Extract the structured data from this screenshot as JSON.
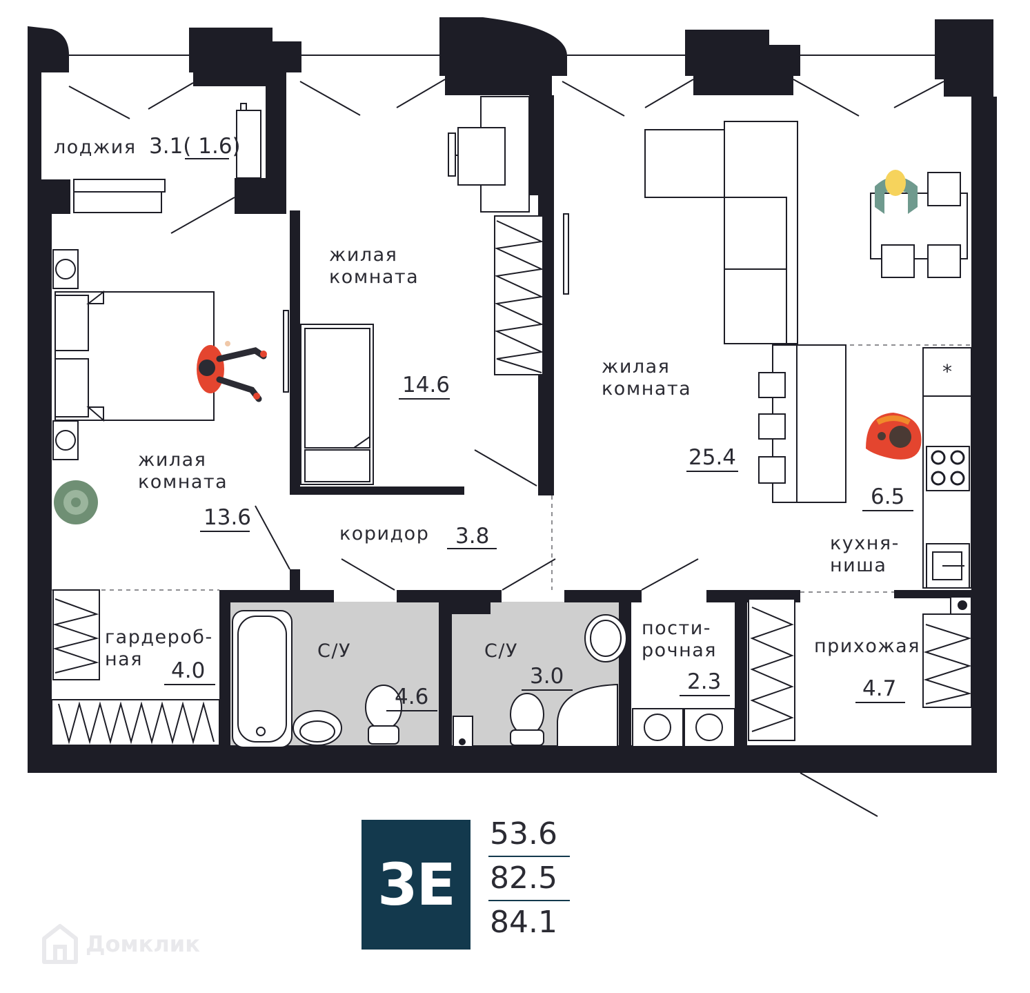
{
  "plan": {
    "rooms": [
      {
        "id": "loggia",
        "name": "лоджия",
        "area": "3.1( 1.6)"
      },
      {
        "id": "bedroom-left",
        "name_line1": "жилая",
        "name_line2": "комната",
        "area": "13.6"
      },
      {
        "id": "bedroom-middle",
        "name_line1": "жилая",
        "name_line2": "комната",
        "area": "14.6"
      },
      {
        "id": "living-room",
        "name_line1": "жилая",
        "name_line2": "комната",
        "area": "25.4"
      },
      {
        "id": "kitchen-niche",
        "name_line1": "кухня-",
        "name_line2": "ниша",
        "area": "6.5"
      },
      {
        "id": "corridor",
        "name": "коридор",
        "area": "3.8"
      },
      {
        "id": "wardrobe",
        "name_line1": "гардероб-",
        "name_line2": "ная",
        "area": "4.0"
      },
      {
        "id": "bathroom-1",
        "name": "С/У",
        "area": "4.6"
      },
      {
        "id": "bathroom-2",
        "name": "С/У",
        "area": "3.0"
      },
      {
        "id": "laundry",
        "name_line1": "пости-",
        "name_line2": "рочная",
        "area": "2.3"
      },
      {
        "id": "hallway",
        "name": "прихожая",
        "area": "4.7"
      }
    ],
    "stove_mark": "*"
  },
  "badge": {
    "label": "3E"
  },
  "totals": {
    "living_area": "53.6",
    "total_area": "82.5",
    "area_with_loggia": "84.1"
  },
  "watermark": {
    "text": "Домклик"
  },
  "colors": {
    "walls": "#1d1d26",
    "badge_bg": "#13394d",
    "wet_zone": "#cfcfcf",
    "person_red": "#e4452f",
    "person_orange": "#f08a2b",
    "person_teal": "#6f9a8e",
    "person_yellow": "#f6d35c",
    "plant": "#6f8f74"
  }
}
